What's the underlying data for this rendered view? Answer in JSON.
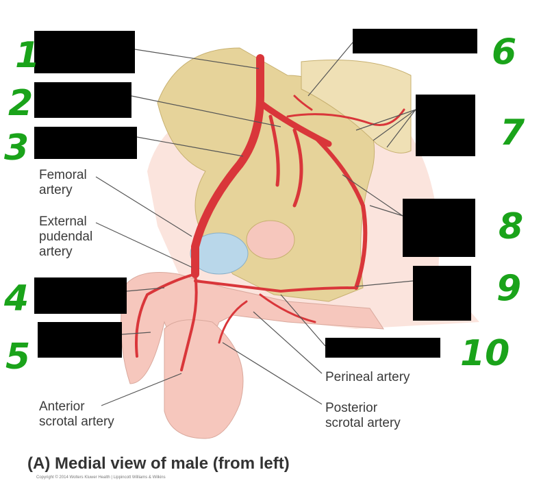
{
  "labels": {
    "femoral": "Femoral\nartery",
    "femoral_l1": "Femoral",
    "femoral_l2": "artery",
    "ext_pud_l1": "External",
    "ext_pud_l2": "pudendal",
    "ext_pud_l3": "artery",
    "ant_scrotal_l1": "Anterior",
    "ant_scrotal_l2": "scrotal artery",
    "perineal": "Perineal artery",
    "post_scrotal_l1": "Posterior",
    "post_scrotal_l2": "scrotal artery"
  },
  "numbers": [
    "1",
    "2",
    "3",
    "4",
    "5",
    "6",
    "7",
    "8",
    "9",
    "10"
  ],
  "caption": "(A) Medial view of male (from left)",
  "copyright": "Copyright © 2014 Wolters Kluwer Health | Lippincott Williams & Wilkins",
  "colors": {
    "artery": "#d9363a",
    "bone": "#e6d39a",
    "skin": "#f6c7bd",
    "handwriting": "#1aa31a",
    "redaction": "#000000"
  }
}
